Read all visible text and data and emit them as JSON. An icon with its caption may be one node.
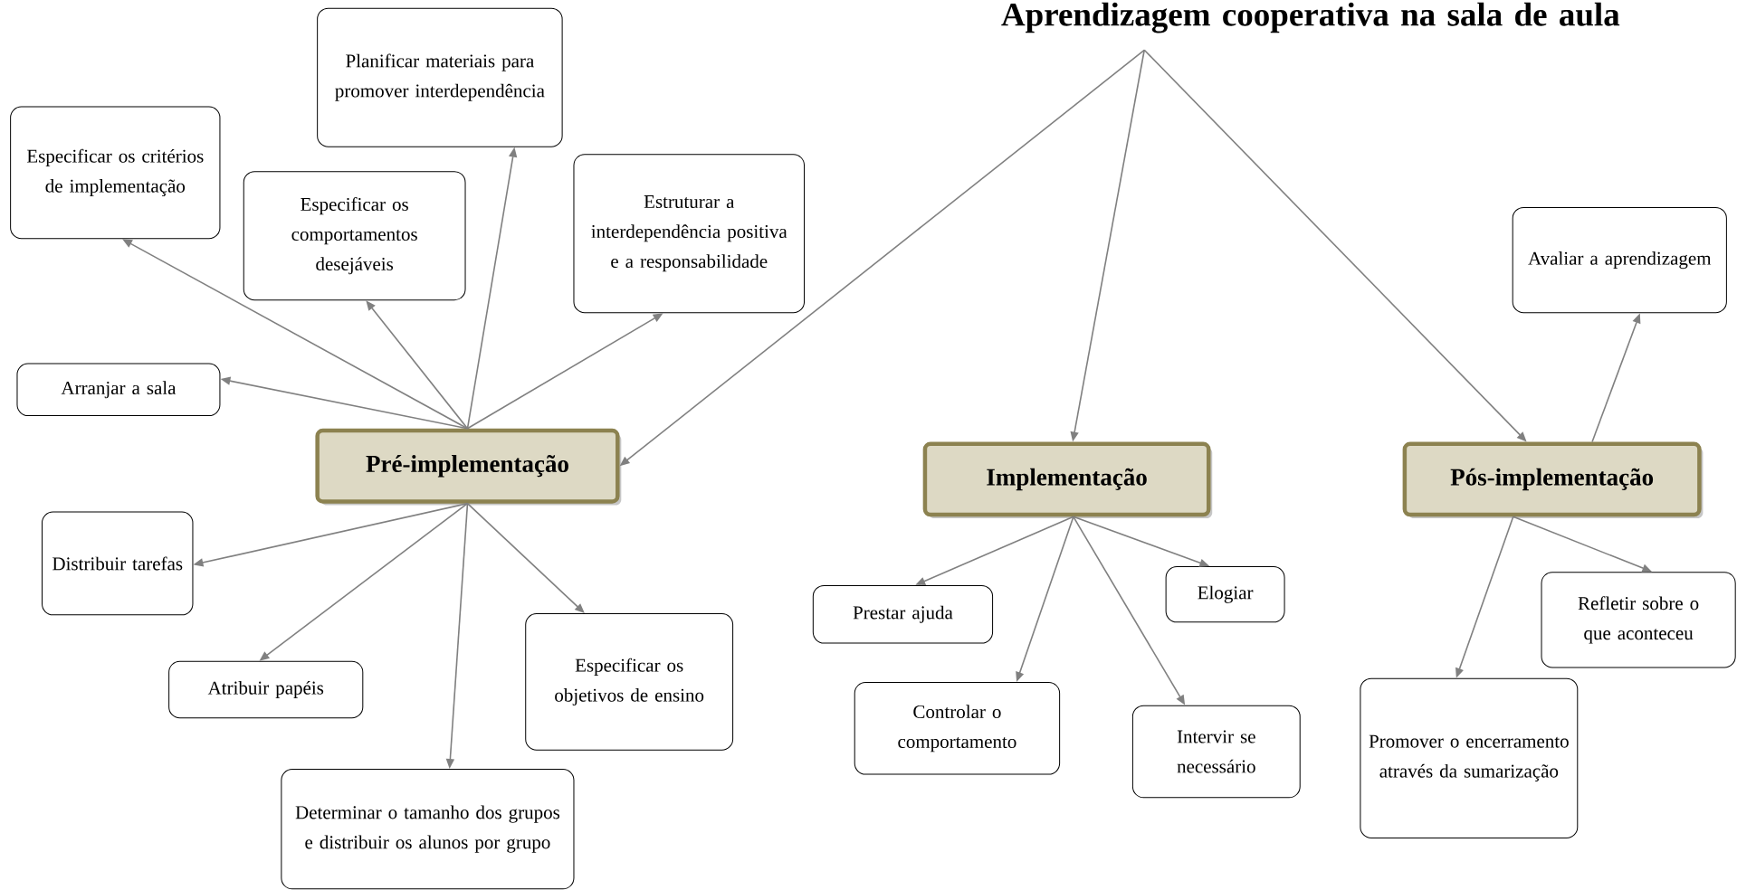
{
  "diagram": {
    "nodes": [
      {
        "text": [
          "Aprendizagem cooperativa na sala de aula"
        ]
      },
      {
        "text": [
          "Pré-implementação"
        ]
      },
      {
        "text": [
          "Implementação"
        ]
      },
      {
        "text": [
          "Pós-implementação"
        ]
      },
      {
        "text": [
          "Especificar os critérios de implementação"
        ]
      },
      {
        "text": [
          "Planificar materiais para promover interdependência"
        ]
      },
      {
        "text": [
          "Especificar os comportamentos desejáveis"
        ]
      },
      {
        "text": [
          "Estruturar a interdependência positiva e a responsabilidade"
        ]
      },
      {
        "text": [
          "Arranjar a sala"
        ]
      },
      {
        "text": [
          "Distribuir tarefas"
        ]
      },
      {
        "text": [
          "Atribuir papéis"
        ]
      },
      {
        "text": [
          "Determinar o tamanho dos grupos e distribuir os alunos por grupo"
        ]
      },
      {
        "text": [
          "Especificar os objetivos de ensino"
        ]
      },
      {
        "text": [
          "Prestar ajuda"
        ]
      },
      {
        "text": [
          "Elogiar"
        ]
      },
      {
        "text": [
          "Controlar o comportamento"
        ]
      },
      {
        "text": [
          "Intervir se necessário"
        ]
      },
      {
        "text": [
          "Avaliar a aprendizagem"
        ]
      },
      {
        "text": [
          "Refletir sobre o que aconteceu"
        ]
      },
      {
        "text": [
          "Promover o encerramento através da sumarização"
        ]
      }
    ],
    "edges": [
      {
        "from": 0,
        "to": 1,
        "arrow": "to"
      },
      {
        "from": 0,
        "to": 2,
        "arrow": "to"
      },
      {
        "from": 0,
        "to": 3,
        "arrow": "to"
      },
      {
        "from": 1,
        "to": 4,
        "arrow": "to"
      },
      {
        "from": 1,
        "to": 5,
        "arrow": "to"
      },
      {
        "from": 1,
        "to": 6,
        "arrow": "to"
      },
      {
        "from": 1,
        "to": 7,
        "arrow": "to"
      },
      {
        "from": 1,
        "to": 8,
        "arrow": "to"
      },
      {
        "from": 1,
        "to": 9,
        "arrow": "to"
      },
      {
        "from": 1,
        "to": 10,
        "arrow": "to"
      },
      {
        "from": 1,
        "to": 11,
        "arrow": "to"
      },
      {
        "from": 1,
        "to": 12,
        "arrow": "to"
      },
      {
        "from": 2,
        "to": 13,
        "arrow": "to"
      },
      {
        "from": 2,
        "to": 14,
        "arrow": "to"
      },
      {
        "from": 2,
        "to": 15,
        "arrow": "to"
      },
      {
        "from": 2,
        "to": 16,
        "arrow": "to"
      },
      {
        "from": 3,
        "to": 17,
        "arrow": "to"
      },
      {
        "from": 3,
        "to": 18,
        "arrow": "to"
      },
      {
        "from": 3,
        "to": 19,
        "arrow": "to"
      }
    ]
  }
}
